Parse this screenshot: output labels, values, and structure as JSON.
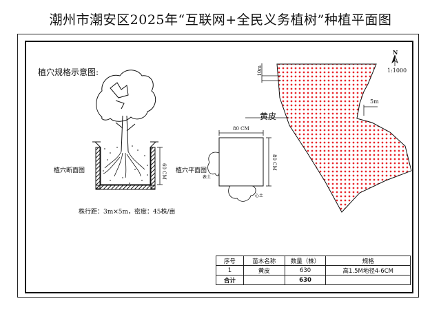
{
  "title": "潮州市潮安区2025年“互联网+全民义务植树”种植平面图",
  "pit_title": "植穴规格示意图:",
  "section_label": "植穴断面图",
  "plan_label": "植穴平面图",
  "dim_depth": "60 CM",
  "dim_width": "80 CM",
  "dim_length": "80 CM",
  "topsoil": "表土",
  "subsoil": "心土",
  "spacing_note": "株行距：3m×5m，密度：45株/亩",
  "species_label": "黄皮",
  "scale_bar_top": "10m",
  "scale_bar_side": "5m",
  "north": "N",
  "scale_ratio": "1:1000",
  "table": {
    "headers": [
      "序号",
      "苗木名称",
      "数量（株）",
      "规格"
    ],
    "rows": [
      [
        "1",
        "黄皮",
        "630",
        "高1.5M地径4-6CM"
      ]
    ],
    "total": [
      "合计",
      "",
      "630",
      ""
    ]
  },
  "colors": {
    "dot": "#e8242a",
    "line": "#111111"
  }
}
